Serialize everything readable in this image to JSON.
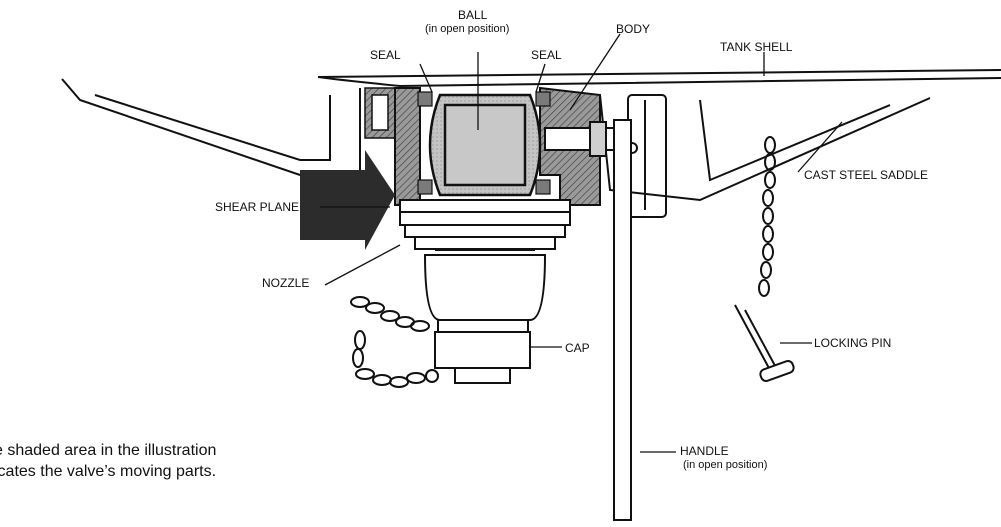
{
  "labels": {
    "ball": "BALL",
    "ball_sub": "(in open position)",
    "seal_left": "SEAL",
    "seal_right": "SEAL",
    "body": "BODY",
    "tank_shell": "TANK SHELL",
    "cast_steel_saddle": "CAST STEEL SADDLE",
    "shear_plane": "SHEAR PLANE",
    "nozzle": "NOZZLE",
    "cap": "CAP",
    "locking_pin": "LOCKING PIN",
    "handle": "HANDLE",
    "handle_sub": "(in open position)"
  },
  "caption": {
    "line1": "e shaded area in the illustration",
    "line2": "icates the valve’s moving parts."
  },
  "colors": {
    "ink": "#111111",
    "shade": "#2c2c2c",
    "ball_fill": "#bdbdbd",
    "seal_fill": "#7a7a7a"
  }
}
